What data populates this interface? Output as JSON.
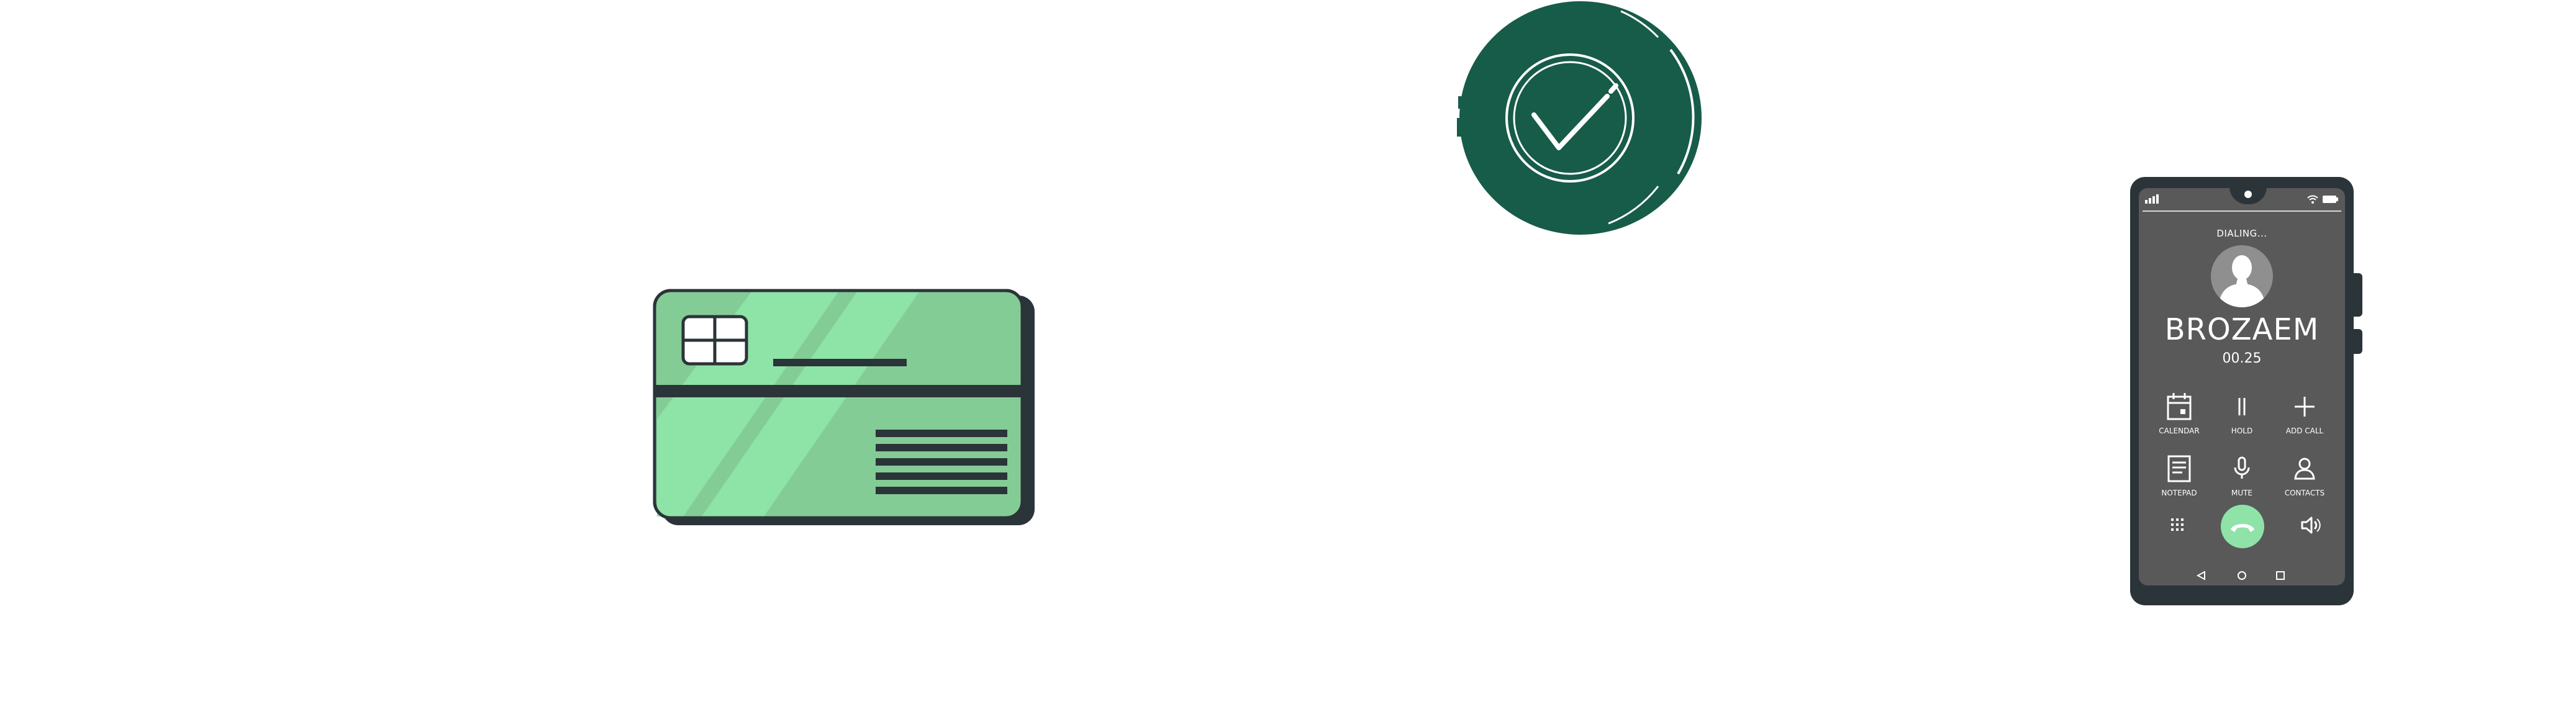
{
  "colors": {
    "card_light": "#8ee3a7",
    "card_mid": "#84cc96",
    "card_dark": "#2b3439",
    "badge": "#175c48",
    "phone_shell": "#2b3439",
    "phone_screen": "#595959",
    "end_call": "#8fe3a8"
  },
  "icons": {
    "card": "credit-card-icon",
    "badge": "check-badge-icon",
    "avatar": "user-silhouette-icon",
    "calendar": "calendar-icon",
    "hold": "pause-icon",
    "add_call": "plus-icon",
    "notepad": "notepad-icon",
    "mute": "microphone-icon",
    "contacts": "person-icon",
    "keypad": "keypad-icon",
    "end_call": "phone-hangup-icon",
    "speaker": "speaker-icon",
    "nav_back": "triangle-back-icon",
    "nav_home": "circle-home-icon",
    "nav_recent": "square-recent-icon"
  },
  "phone": {
    "status": "DIALING...",
    "contact_name": "BROZAEM",
    "timer": "00.25",
    "actions": {
      "calendar": "CALENDAR",
      "hold": "HOLD",
      "add_call": "ADD CALL",
      "notepad": "NOTEPAD",
      "mute": "MUTE",
      "contacts": "CONTACTS"
    }
  }
}
